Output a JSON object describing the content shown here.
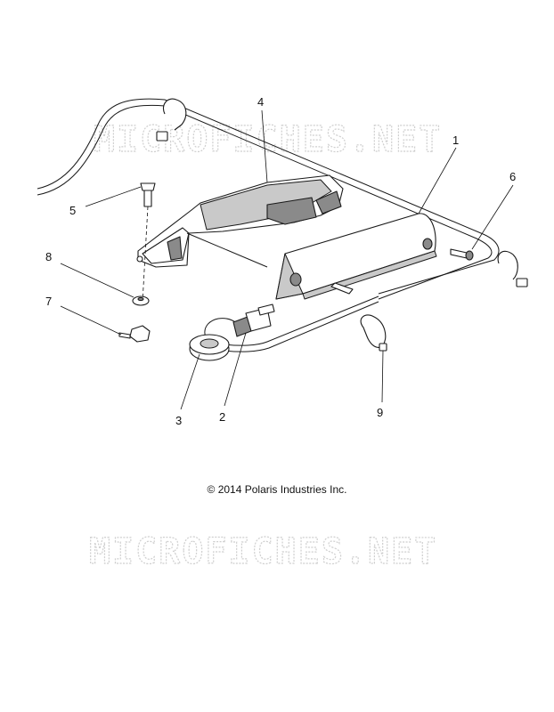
{
  "watermark_text": "MICROFICHES.NET",
  "copyright": "© 2014 Polaris Industries Inc.",
  "callouts": [
    {
      "id": "1",
      "label": "1"
    },
    {
      "id": "2",
      "label": "2"
    },
    {
      "id": "3",
      "label": "3"
    },
    {
      "id": "4",
      "label": "4"
    },
    {
      "id": "5",
      "label": "5"
    },
    {
      "id": "6",
      "label": "6"
    },
    {
      "id": "7",
      "label": "7"
    },
    {
      "id": "8",
      "label": "8"
    },
    {
      "id": "9",
      "label": "9"
    }
  ]
}
